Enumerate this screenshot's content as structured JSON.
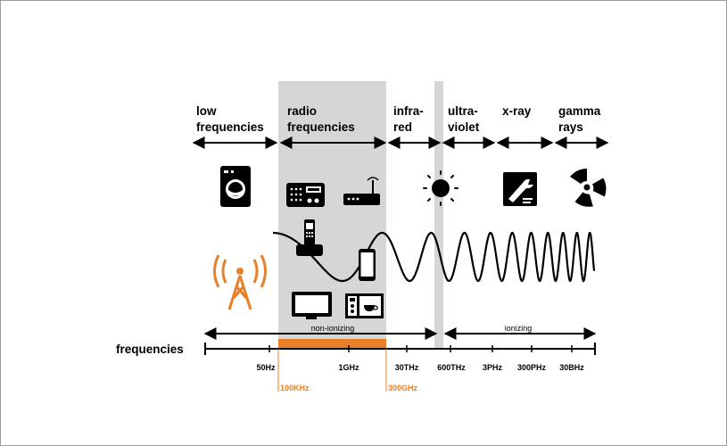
{
  "bands": [
    {
      "line1": "low",
      "line2": "frequencies"
    },
    {
      "line1": "radio",
      "line2": "frequencies"
    },
    {
      "line1": "infra-",
      "line2": "red"
    },
    {
      "line1": "ultra-",
      "line2": "violet"
    },
    {
      "line1": "x-ray",
      "line2": ""
    },
    {
      "line1": "gamma",
      "line2": "rays"
    }
  ],
  "axis": {
    "title": "frequencies",
    "ticks": [
      "50Hz",
      "1GHz",
      "30THz",
      "600THz",
      "3PHz",
      "300PHz",
      "30BHz"
    ],
    "highlight_ticks": [
      "100KHz",
      "300GHz"
    ]
  },
  "spans": {
    "non_ionizing": "non-ionizing",
    "ionizing": "ionizing"
  },
  "icons": [
    "washing-machine-icon",
    "radio-icon",
    "router-icon",
    "cordless-phone-icon",
    "smartphone-icon",
    "tv-icon",
    "microwave-icon",
    "sun-icon",
    "xray-icon",
    "radiation-icon",
    "cell-tower-icon"
  ],
  "colors": {
    "accent": "#e8802a",
    "band_shade": "#d6d6d6",
    "ink": "#000000"
  }
}
